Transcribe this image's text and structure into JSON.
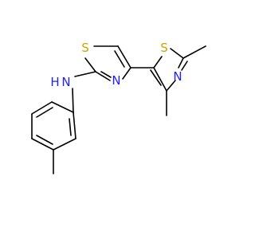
{
  "structure": {
    "atoms": {
      "s1": {
        "label": "S",
        "color": "#cca300"
      },
      "n1": {
        "label": "N",
        "color": "#1f1fff"
      },
      "s2": {
        "label": "S",
        "color": "#cca300"
      },
      "n2": {
        "label": "N",
        "color": "#1f1fff"
      },
      "nh": {
        "label": "N",
        "color": "#1f1fff"
      },
      "h": {
        "label": "H",
        "color": "#1f1fff"
      }
    },
    "bond_color": "#000000"
  }
}
